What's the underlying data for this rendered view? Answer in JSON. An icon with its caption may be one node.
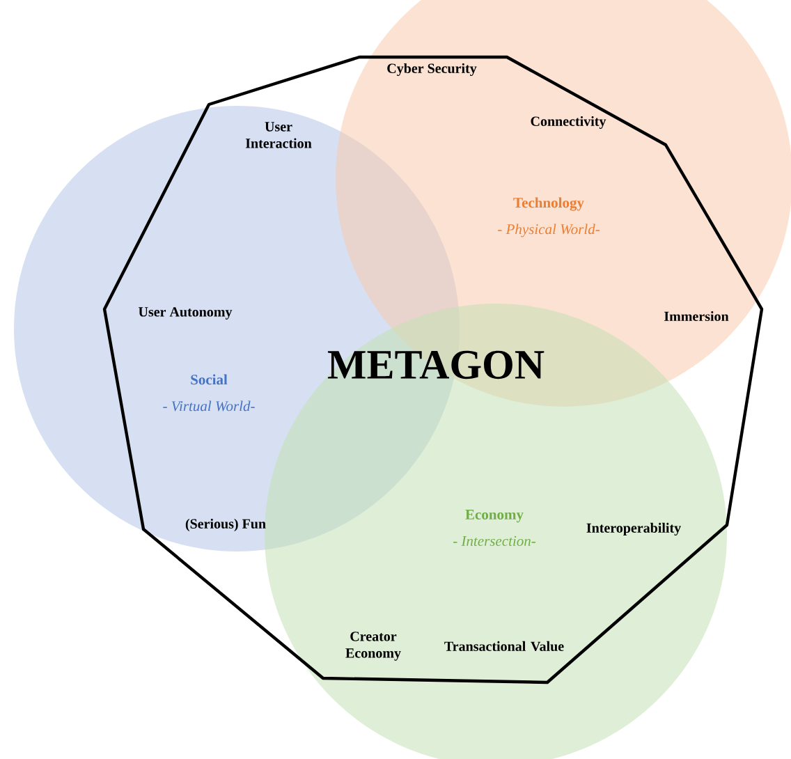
{
  "diagram": {
    "nodes": [
      {
        "text": [
          "METAGON"
        ]
      },
      {
        "text": [
          "Technology",
          "- Physical World-"
        ]
      },
      {
        "text": [
          "Social",
          "- Virtual World-"
        ]
      },
      {
        "text": [
          "Economy",
          "- Intersection-"
        ]
      }
    ],
    "labels": [
      "Cyber Security",
      "User Interaction",
      "Connectivity",
      "User Autonomy",
      "Immersion",
      "(Serious) Fun",
      "Interoperability",
      "Creator Economy",
      "Transactional Value"
    ]
  }
}
